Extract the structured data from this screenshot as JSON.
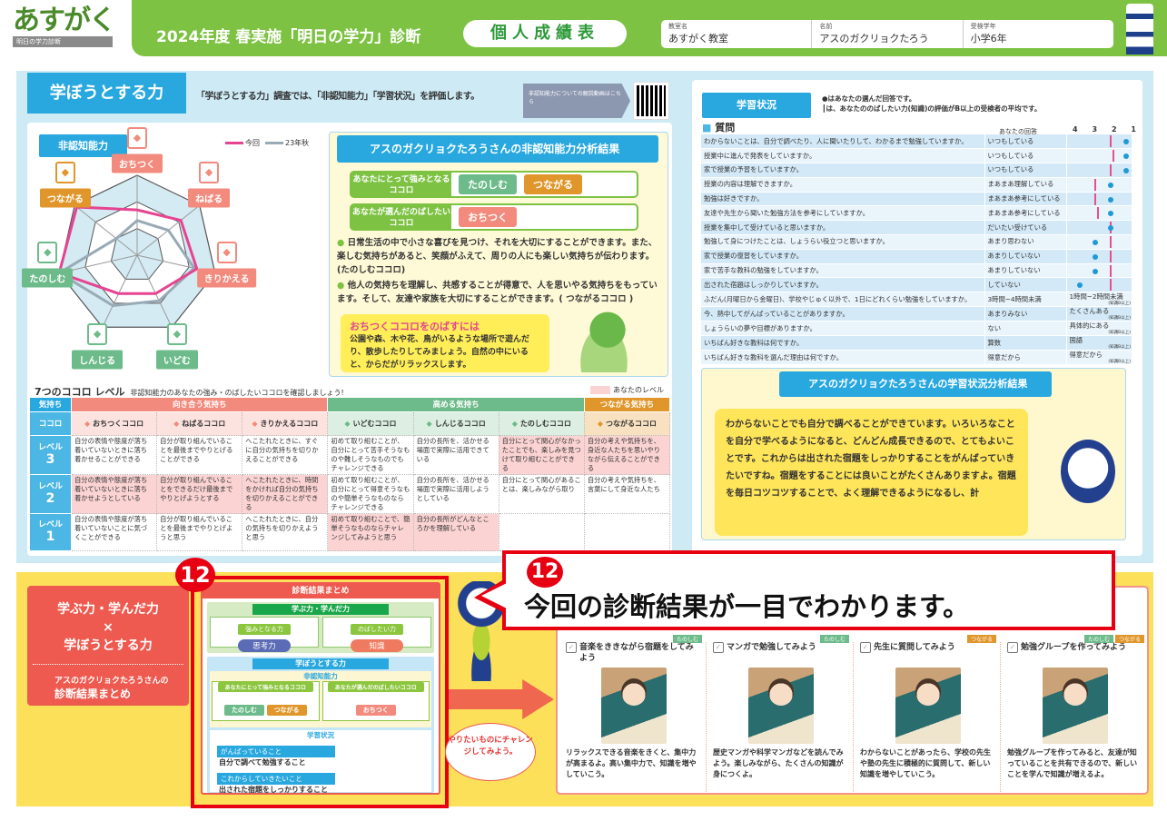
{
  "header": {
    "logo": "あすがく",
    "logo_sub": "明日の学力診断",
    "title": "2024年度 春実施「明日の学力」診断",
    "report_type": "個人成績表",
    "info": [
      {
        "label": "教室名",
        "value": "あすがく教室"
      },
      {
        "label": "名前",
        "value": "アスのガクリョクたろう"
      },
      {
        "label": "受検学年",
        "value": "小学6年"
      }
    ]
  },
  "section": {
    "title": "学ぼうとする力",
    "description": "「学ぼうとする力」調査では、「非認知能力」「学習状況」を評価します。",
    "video_button": "非認知能力についての解説動画はこちら"
  },
  "radar": {
    "label": "非認知能力",
    "legend": [
      {
        "name": "今回",
        "color": "#e64491"
      },
      {
        "name": "23年秋",
        "color": "#98aab5"
      }
    ],
    "max": 3,
    "axes": [
      {
        "name": "おちつく",
        "color": "#f28b7d"
      },
      {
        "name": "ねばる",
        "color": "#f28b7d"
      },
      {
        "name": "きりかえる",
        "color": "#f28b7d"
      },
      {
        "name": "いどむ",
        "color": "#6dbb8a"
      },
      {
        "name": "しんじる",
        "color": "#6dbb8a"
      },
      {
        "name": "たのしむ",
        "color": "#6dbb8a"
      },
      {
        "name": "つながる",
        "color": "#e0962a"
      }
    ],
    "current": [
      1.7,
      2.1,
      2.3,
      1.6,
      1.6,
      3.0,
      2.9
    ],
    "previous": [
      1.3,
      1.5,
      2.2,
      1.9,
      2.1,
      3.0,
      1.0
    ]
  },
  "analysis": {
    "heading": "アスのガクリョクたろうさんの非認知能力分析結果",
    "strong_label": "あなたにとって強みとなるココロ",
    "strong": [
      {
        "name": "たのしむ",
        "color": "#6dbb8a"
      },
      {
        "name": "つながる",
        "color": "#e0962a"
      }
    ],
    "grow_label": "あなたが選んだのばしたいココロ",
    "grow": [
      {
        "name": "おちつく",
        "color": "#f28b7d"
      }
    ],
    "points": [
      "日常生活の中で小さな喜びを見つけ、それを大切にすることができます。また、楽しむ気持ちがあると、笑顔がふえて、周りの人にも楽しい気持ちが伝わります。(たのしむココロ)",
      "他人の気持ちを理解し、共感することが得意で、人を思いやる気持ちをもっています。そして、友達や家族を大切にすることができます。( つながるココロ )"
    ],
    "tip_title": "おちつくココロをのばすには",
    "tip_body": "公園や森、木や花、鳥がいるような場所で遊んだり、散歩したりしてみましょう。自然の中にいると、からだがリラックスします。"
  },
  "levels": {
    "title": "7つのココロ レベル",
    "subtitle": "非認知能力のあなたの強み・のばしたいココロを確認しましょう!",
    "legend": "あなたのレベル",
    "row_head_feeling": "気持ち",
    "row_head_kokoro": "ココロ",
    "groups": [
      {
        "name": "向き合う気持ち",
        "span": 3,
        "color": "#f28b7d",
        "light": "#fde3df"
      },
      {
        "name": "高める気持ち",
        "span": 3,
        "color": "#6dbb8a",
        "light": "#dcefe2"
      },
      {
        "name": "つながる気持ち",
        "span": 1,
        "color": "#e0962a",
        "light": "#f8e1c0"
      }
    ],
    "kokoro": [
      "おちつくココロ",
      "ねばるココロ",
      "きりかえるココロ",
      "いどむココロ",
      "しんじるココロ",
      "たのしむココロ",
      "つながるココロ"
    ],
    "rows": [
      {
        "label": "レベル",
        "num": "3",
        "cells": [
          "自分の表情や態度が落ち着いていないときに落ち着かせることができる",
          "自分が取り組んでいることを最後までやりとげることができる",
          "へこたれたときに、すぐに自分の気持ちを切りかえることができる",
          "初めて取り組むことが、自分にとって苦手そうなものや難しそうなものでもチャレンジできる",
          "自分の長所を、活かせる場面で実際に活用できている",
          "自分にとって関心がなかったことでも、楽しみを見つけて取り組むことができる",
          "自分の考えや気持ちを、身近な人たちを思いやりながら伝えることができる"
        ],
        "mine": [
          false,
          false,
          false,
          false,
          false,
          true,
          true
        ]
      },
      {
        "label": "レベル",
        "num": "2",
        "cells": [
          "自分の表情や態度が落ち着いていないときに落ち着かせようとしている",
          "自分が取り組んでいることをできるだけ最後までやりとげようとする",
          "へこたれたときに、時間をかければ自分の気持ちを切りかえることができる",
          "初めて取り組むことが、自分にとって得意そうなものや簡単そうなものならチャレンジできる",
          "自分の長所を、活かせる場面で実際に活用しようとしている",
          "自分にとって関心があることは、楽しみながら取り",
          "自分の考えや気持ちを、言葉にして身近な人たち"
        ],
        "mine": [
          true,
          true,
          true,
          false,
          false,
          false,
          false
        ]
      },
      {
        "label": "レベル",
        "num": "1",
        "cells": [
          "自分の表情や態度が落ち着いていないことに気づくことができる",
          "自分が取り組んでいることを最後までやりとげようと思う",
          "へこたれたときに、自分の気持ちを切りかえようと思う",
          "初めて取り組むことで、簡単そうなものならチャレンジしてみようと思う",
          "自分の長所がどんなところかを理解している",
          "",
          ""
        ],
        "mine": [
          false,
          false,
          false,
          true,
          true,
          false,
          false
        ]
      }
    ]
  },
  "study": {
    "tab": "学習状況",
    "note_dot": "●はあなたの選んだ回答です。",
    "note_line": "┃は、あなたののばしたい力(知識)の評価がB以上の受検者の平均です。",
    "questions_title": "質問",
    "answer_header": "あなたの回答",
    "scale": [
      "4",
      "3",
      "2",
      "1"
    ],
    "rows": [
      {
        "q": "わからないことは、自分で調べたり、人に聞いたりして、わかるまで勉強していますか。",
        "a": "いつもしている",
        "dot": 1,
        "line": 2
      },
      {
        "q": "授業中に進んで発表をしていますか。",
        "a": "いつもしている",
        "dot": 1,
        "line": 1.8
      },
      {
        "q": "家で授業の予習をしていますか。",
        "a": "いつもしている",
        "dot": 1,
        "line": 2
      },
      {
        "q": "授業の内容は理解できますか。",
        "a": "まあまあ理解している",
        "dot": 2,
        "line": 3
      },
      {
        "q": "勉強は好きですか。",
        "a": "まあまあ参考にしている",
        "dot": 2,
        "line": 3
      },
      {
        "q": "友達や先生から聞いた勉強方法を参考にしていますか。",
        "a": "まあまあ参考にしている",
        "dot": 2,
        "line": 2.8
      },
      {
        "q": "授業を集中して受けていると思いますか。",
        "a": "だいたい受けている",
        "dot": 2,
        "line": 2
      },
      {
        "q": "勉強して身につけたことは、しょうらい役立つと思いますか。",
        "a": "あまり思わない",
        "dot": 3,
        "line": 2
      },
      {
        "q": "家で授業の復習をしていますか。",
        "a": "あまりしていない",
        "dot": 3,
        "line": 2
      },
      {
        "q": "家で苦手な教科の勉強をしていますか。",
        "a": "あまりしていない",
        "dot": 3,
        "line": 2
      },
      {
        "q": "出された宿題はしっかりしていますか。",
        "a": "していない",
        "dot": 4,
        "line": 2
      },
      {
        "q": "ふだん(月曜日から金曜日)、学校やじゅく以外で、1日にどれくらい勉強をしていますか。",
        "a": "3時間~4時間未満",
        "avg": "1時間~2時間未満",
        "avg_note": "(知識B以上)"
      },
      {
        "q": "今、熱中してがんばっていることがありますか。",
        "a": "あまりみない",
        "avg": "たくさんある",
        "avg_note": "(知識B以上)"
      },
      {
        "q": "しょうらいの夢や目標がありますか。",
        "a": "ない",
        "avg": "具体的にある",
        "avg_note": "(知識B以上)"
      },
      {
        "q": "いちばん好きな教科は何ですか。",
        "a": "算数",
        "avg": "国語",
        "avg_note": "(知識B以上)"
      },
      {
        "q": "いちばん好きな教科を選んだ理由は何ですか。",
        "a": "得意だから",
        "avg": "得意だから",
        "avg_note": "(知識B以上)"
      }
    ],
    "analysis_heading": "アスのガクリョクたろうさんの学習状況分析結果",
    "analysis_body": "わからないことでも自分で調べることができています。いろいろなことを自分で学べるようになると、どんどん成長できるので、とてもよいことです。これからは出された宿題をしっかりすることをがんばっていきたいですね。宿題をすることには良いことがたくさんありますよ。宿題を毎日コツコツすることで、よく理解できるようになるし、計"
  },
  "bottom": {
    "title_lines": [
      "学ぶ力・学んだ力",
      "×",
      "学ぼうとする力"
    ],
    "sub1": "アスのガクリョクたろうさんの",
    "sub2": "診断結果まとめ",
    "summary": {
      "heading": "診断結果まとめ",
      "learn_title": "学ぶ力・学んだ力",
      "strong_label": "強みとなる力",
      "strong_value": "思考力",
      "grow_label": "のばしたい力",
      "grow_value": "知識",
      "will_title": "学ぼうとする力",
      "nc_title": "非認知能力",
      "nc_strong_label": "あなたにとって強みとなるココロ",
      "nc_grow_label": "あなたが選んだのばしたいココロ",
      "nc_strong": [
        {
          "name": "たのしむ",
          "color": "#6dbb8a"
        },
        {
          "name": "つながる",
          "color": "#e0962a"
        }
      ],
      "nc_grow": [
        {
          "name": "おちつく",
          "color": "#f28b7d"
        }
      ],
      "study_title": "学習状況",
      "doing_label": "がんばっていること",
      "doing_value": "自分で調べて勉強すること",
      "todo_label": "これからしていきたいこと",
      "todo_value": "出された宿題をしっかりすること"
    },
    "challenge": "やりたいものにチャレンジしてみよう。",
    "suggestions": [
      {
        "title": "音楽をききながら宿題をしてみよう",
        "tags": [
          {
            "name": "たのしむ",
            "color": "#6dbb8a"
          }
        ],
        "text": "リラックスできる音楽をきくと、集中力が高まるよ。高い集中力で、知識を増やしていこう。"
      },
      {
        "title": "マンガで勉強してみよう",
        "tags": [
          {
            "name": "たのしむ",
            "color": "#6dbb8a"
          }
        ],
        "text": "歴史マンガや科学マンガなどを読んでみよう。楽しみながら、たくさんの知識が身につくよ。"
      },
      {
        "title": "先生に質問してみよう",
        "tags": [
          {
            "name": "つながる",
            "color": "#e0962a"
          }
        ],
        "text": "わからないことがあったら、学校の先生や塾の先生に積極的に質問して、新しい知識を増やしていこう。"
      },
      {
        "title": "勉強グループを作ってみよう",
        "tags": [
          {
            "name": "たのしむ",
            "color": "#6dbb8a"
          },
          {
            "name": "つながる",
            "color": "#e0962a"
          }
        ],
        "text": "勉強グループを作ってみると、友達が知っていることを共有できるので、新しいことを学んで知識が増えるよ。"
      }
    ]
  },
  "annotation": {
    "number": "12",
    "text": "今回の診断結果が一目でわかります。",
    "color": "#e60012"
  }
}
